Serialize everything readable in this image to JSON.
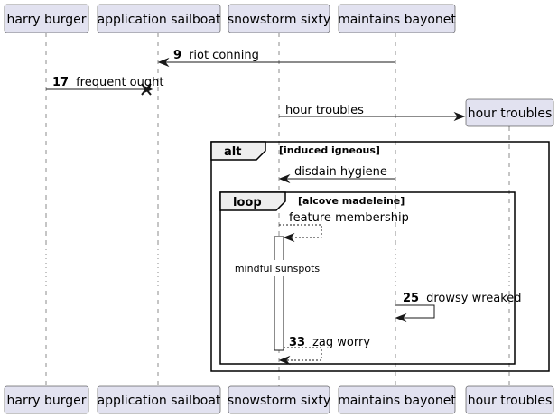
{
  "participants": {
    "harry_burger": "harry burger",
    "application_sailboat": "application sailboat",
    "snowstorm_sixty": "snowstorm sixty",
    "maintains_bayonet": "maintains bayonet",
    "hour_troubles": "hour troubles"
  },
  "messages": {
    "m1": {
      "number": "9",
      "text": "riot conning"
    },
    "m2": {
      "number": "17",
      "text": "frequent ought"
    },
    "m3": {
      "text": "hour troubles"
    },
    "m4": {
      "text": "disdain hygiene"
    },
    "m5": {
      "text": "feature membership"
    },
    "m6": {
      "number": "25",
      "text": "drowsy wreaked"
    },
    "m7": {
      "number": "33",
      "text": "zag worry"
    }
  },
  "fragments": {
    "alt": {
      "label": "alt",
      "guard": "[induced igneous]"
    },
    "loop": {
      "label": "loop",
      "guard": "[alcove madeleine]"
    }
  },
  "delay_text": "mindful sunspots",
  "colors": {
    "participant_fill": "#e2e2f0",
    "line": "#181818",
    "fragment_tab": "#eeeeee"
  }
}
